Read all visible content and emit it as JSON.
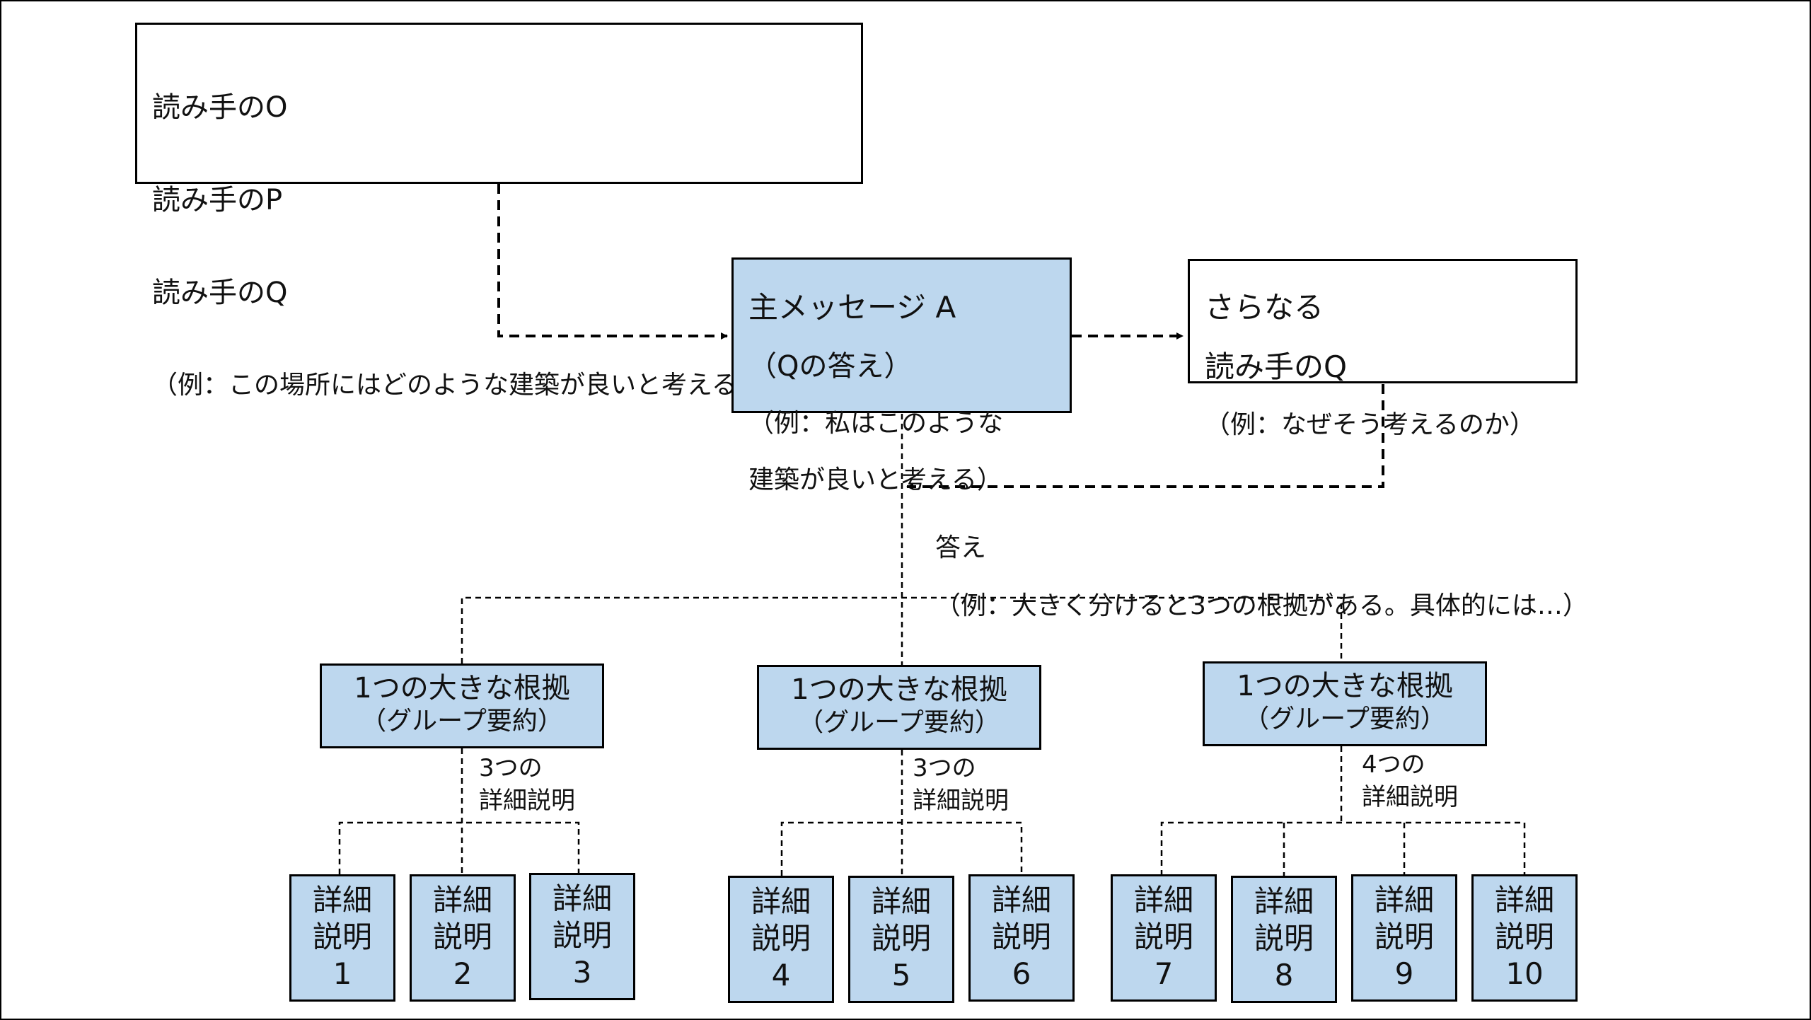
{
  "question_box": {
    "lines": [
      "読み手のO",
      "読み手のP",
      "読み手のQ"
    ],
    "example": "（例：この場所にはどのような建築が良いと考えるか）"
  },
  "main_message": {
    "line1": "主メッセージ A",
    "line2": "（Qの答え）",
    "example_line1": "（例：私はこのような",
    "example_line2": "建築が良いと考える）"
  },
  "further_question": {
    "line1": "さらなる",
    "line2": "読み手のQ",
    "example": "（例：なぜそう考えるのか）"
  },
  "answer_label": {
    "line1": "答え",
    "line2": "（例：大きく分けると3つの根拠がある。具体的には…）"
  },
  "groups": [
    {
      "title": "1つの大きな根拠",
      "subtitle": "（グループ要約）",
      "count_line1": "3つの",
      "count_line2": "詳細説明"
    },
    {
      "title": "1つの大きな根拠",
      "subtitle": "（グループ要約）",
      "count_line1": "3つの",
      "count_line2": "詳細説明"
    },
    {
      "title": "1つの大きな根拠",
      "subtitle": "（グループ要約）",
      "count_line1": "4つの",
      "count_line2": "詳細説明"
    }
  ],
  "details": [
    {
      "line1": "詳細",
      "line2": "説明",
      "number": "1"
    },
    {
      "line1": "詳細",
      "line2": "説明",
      "number": "2"
    },
    {
      "line1": "詳細",
      "line2": "説明",
      "number": "3"
    },
    {
      "line1": "詳細",
      "line2": "説明",
      "number": "4"
    },
    {
      "line1": "詳細",
      "line2": "説明",
      "number": "5"
    },
    {
      "line1": "詳細",
      "line2": "説明",
      "number": "6"
    },
    {
      "line1": "詳細",
      "line2": "説明",
      "number": "7"
    },
    {
      "line1": "詳細",
      "line2": "説明",
      "number": "8"
    },
    {
      "line1": "詳細",
      "line2": "説明",
      "number": "9"
    },
    {
      "line1": "詳細",
      "line2": "説明",
      "number": "10"
    }
  ],
  "colors": {
    "highlight_fill": "#bdd7ee",
    "plain_fill": "#ffffff",
    "line": "#000000"
  }
}
